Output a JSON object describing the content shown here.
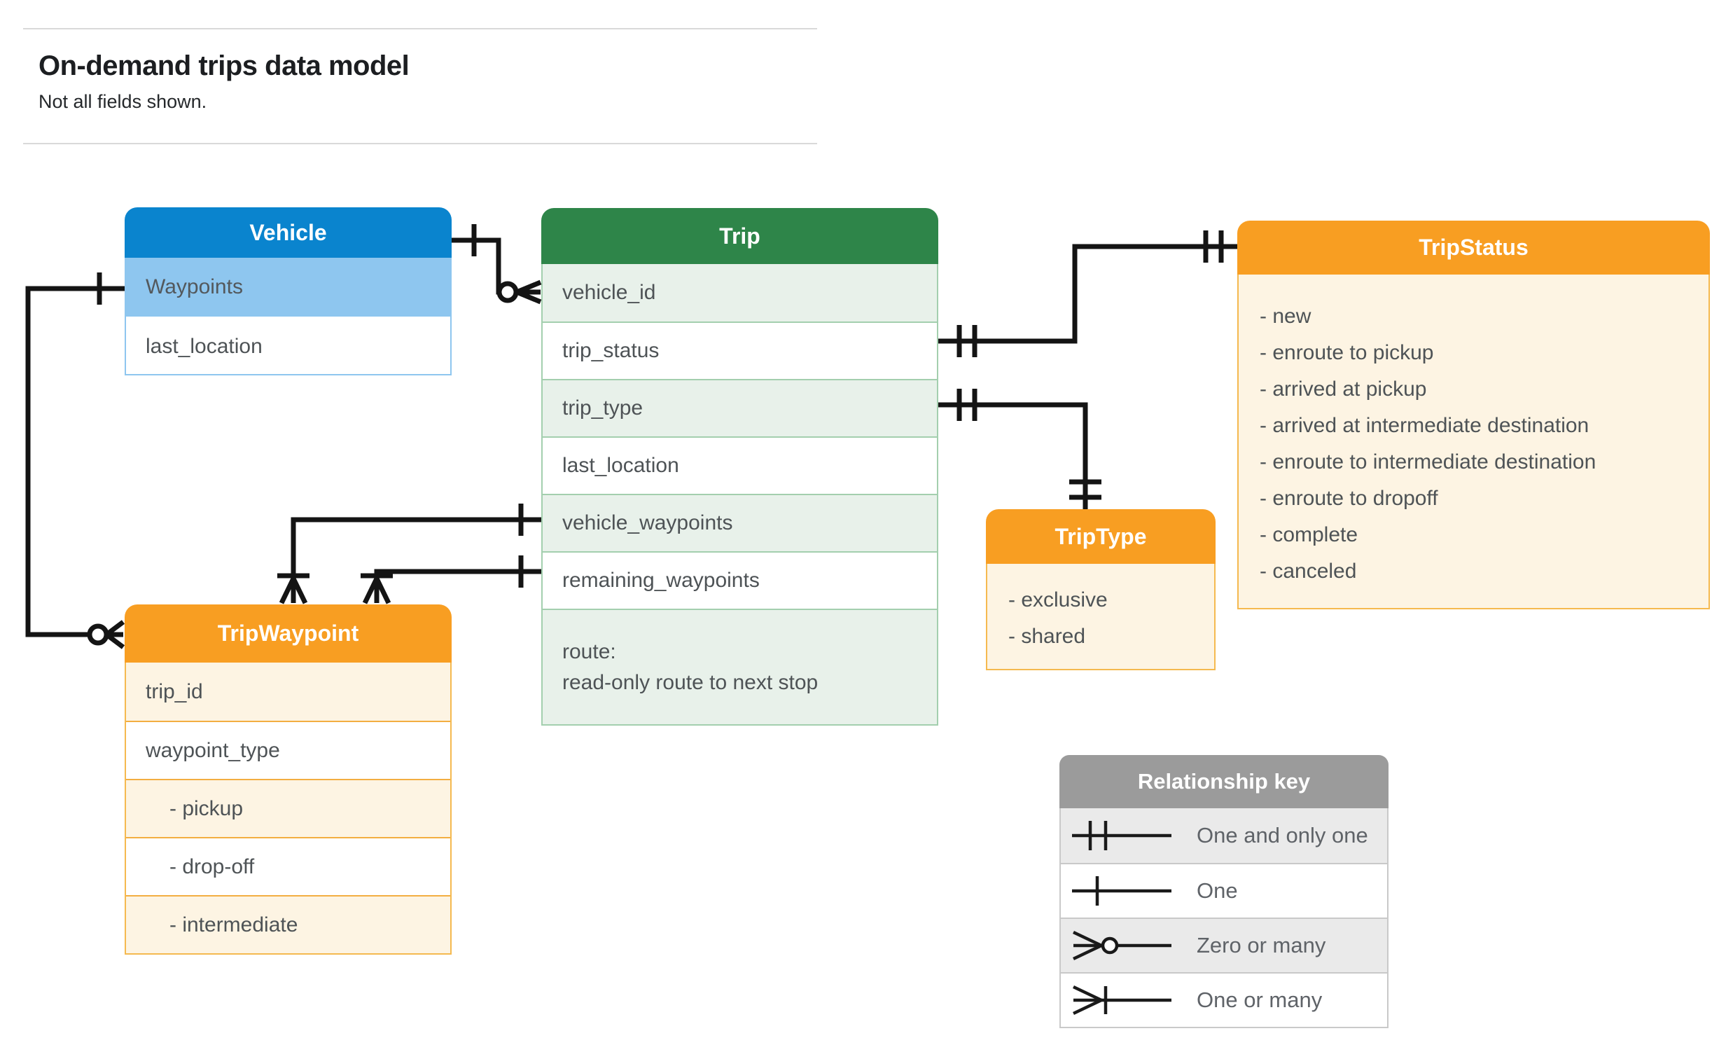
{
  "page": {
    "title": "On-demand trips data model",
    "subtitle": "Not all fields shown."
  },
  "colors": {
    "vehicle_header": "#0a84ce",
    "vehicle_row": "#8ec6ef",
    "trip_header": "#2e8549",
    "trip_row_green": "#e8f1ea",
    "trip_border": "#a3cfae",
    "orange_header": "#f89e22",
    "orange_row_cream": "#fdf4e3",
    "orange_border": "#f3ae41",
    "key_header": "#9b9b9b",
    "key_row_gray": "#eaeaea",
    "connector": "#141414"
  },
  "entities": {
    "vehicle": {
      "title": "Vehicle",
      "rows": [
        {
          "label": "Waypoints"
        },
        {
          "label": "last_location"
        }
      ]
    },
    "trip": {
      "title": "Trip",
      "rows": [
        {
          "label": "vehicle_id"
        },
        {
          "label": "trip_status"
        },
        {
          "label": "trip_type"
        },
        {
          "label": "last_location"
        },
        {
          "label": "vehicle_waypoints"
        },
        {
          "label": "remaining_waypoints"
        },
        {
          "label": "route:",
          "sublabel": "read-only route to next stop"
        }
      ]
    },
    "trip_status": {
      "title": "TripStatus",
      "items": [
        "- new",
        "- enroute to pickup",
        "- arrived at pickup",
        "- arrived at intermediate destination",
        "- enroute to intermediate destination",
        "- enroute to dropoff",
        "- complete",
        "- canceled"
      ]
    },
    "trip_waypoint": {
      "title": "TripWaypoint",
      "rows": [
        {
          "label": "trip_id"
        },
        {
          "label": "waypoint_type"
        },
        {
          "label": "- pickup"
        },
        {
          "label": "- drop-off"
        },
        {
          "label": "- intermediate"
        }
      ]
    },
    "trip_type": {
      "title": "TripType",
      "items": [
        "- exclusive",
        "- shared"
      ]
    }
  },
  "legend": {
    "title": "Relationship key",
    "rows": [
      {
        "symbol": "one-and-only-one",
        "label": "One and only one"
      },
      {
        "symbol": "one",
        "label": "One"
      },
      {
        "symbol": "zero-or-many",
        "label": "Zero or many"
      },
      {
        "symbol": "one-or-many",
        "label": "One or many"
      }
    ]
  }
}
